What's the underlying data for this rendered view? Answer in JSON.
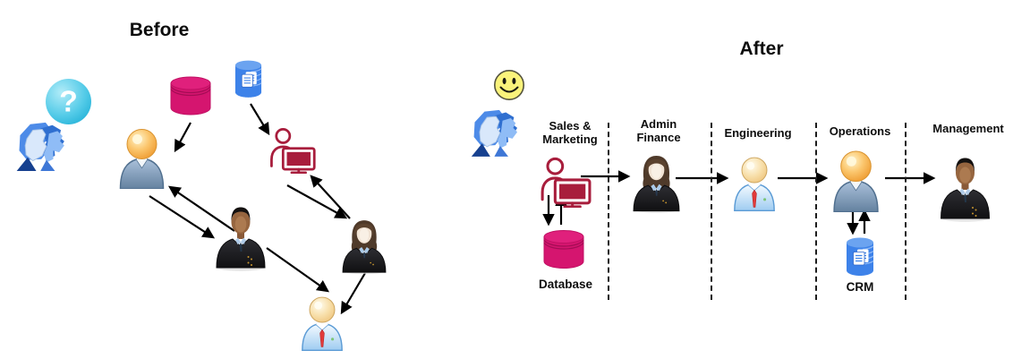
{
  "before": {
    "title": "Before",
    "question_mark": "?",
    "icons": [
      "confused-faces-icon",
      "question-mark-icon",
      "database-cylinder-icon",
      "crm-cylinder-icon",
      "employee-blue-icon",
      "person-at-computer-icon",
      "manager-dark-suit-icon",
      "businesswoman-icon",
      "employee-tie-icon"
    ]
  },
  "after": {
    "title": "After",
    "happy_icon": "smiley-face-icon",
    "columns": [
      {
        "label": "Sales & Marketing",
        "icon": "person-at-computer-icon"
      },
      {
        "label": "Admin Finance",
        "icon": "businesswoman-icon"
      },
      {
        "label": "Engineering",
        "icon": "employee-tie-icon"
      },
      {
        "label": "Operations",
        "icon": "employee-blue-icon"
      },
      {
        "label": "Management",
        "icon": "manager-dark-suit-icon"
      }
    ],
    "database_label": "Database",
    "crm_label": "CRM"
  },
  "colors": {
    "database_magenta": "#D5156F",
    "crm_blue": "#3D82E9",
    "computer_person_crimson": "#A81D3C",
    "smiley_yellow": "#FAF37B",
    "question_circle_cyan": "#54CBE8",
    "arrow_black": "#000000"
  }
}
